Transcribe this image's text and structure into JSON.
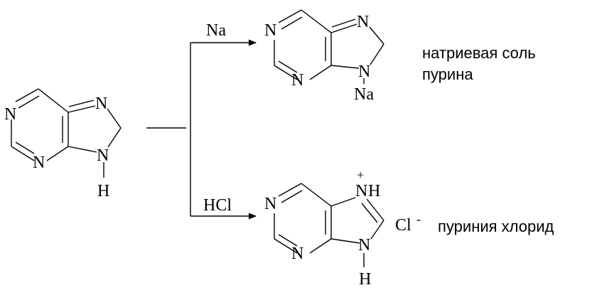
{
  "reactant": {
    "atoms": {
      "n1": "N",
      "n3": "N",
      "n7": "N",
      "n9": "N",
      "h9": "H"
    }
  },
  "reagents": {
    "top": "Na",
    "bottom": "HCl"
  },
  "product_top": {
    "atoms": {
      "n1": "N",
      "n3": "N",
      "n7": "N",
      "n9": "N",
      "na9": "Na"
    },
    "name_line1": "натриевая соль",
    "name_line2": "пурина"
  },
  "product_bottom": {
    "atoms": {
      "n1": "N",
      "n3": "N",
      "n7": "N",
      "h7": "H",
      "charge7": "+",
      "n9": "N",
      "h9": "H"
    },
    "counterion": "Cl",
    "counterion_charge": "-",
    "name": "пуриния хлорид"
  }
}
